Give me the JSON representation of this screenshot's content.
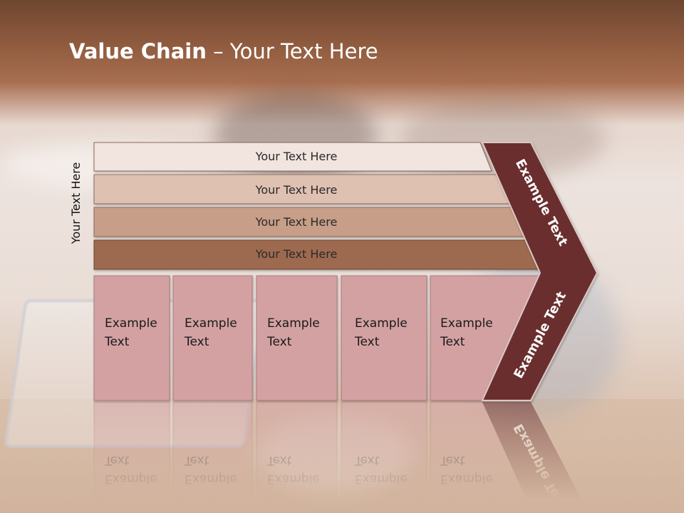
{
  "slide": {
    "title_bold": "Value Chain",
    "title_rest": " – Your Text Here",
    "side_label": "Your Text Here"
  },
  "rows": [
    {
      "label": "Your Text Here",
      "color": "#f2e4de"
    },
    {
      "label": "Your Text Here",
      "color": "#dfc1b2"
    },
    {
      "label": "Your Text Here",
      "color": "#c79e87"
    },
    {
      "label": "Your Text Here",
      "color": "#9e6a4f"
    }
  ],
  "cells": [
    {
      "line1": "Example",
      "line2": "Text"
    },
    {
      "line1": "Example",
      "line2": "Text"
    },
    {
      "line1": "Example",
      "line2": "Text"
    },
    {
      "line1": "Example",
      "line2": "Text"
    },
    {
      "line1": "Example",
      "line2": "Text"
    }
  ],
  "chevron": {
    "upper_label": "Example Text",
    "lower_label": "Example Text",
    "color": "#6a2e2e"
  },
  "colors": {
    "cell_fill": "#d4a1a3",
    "cell_border": "#a77a7c"
  }
}
